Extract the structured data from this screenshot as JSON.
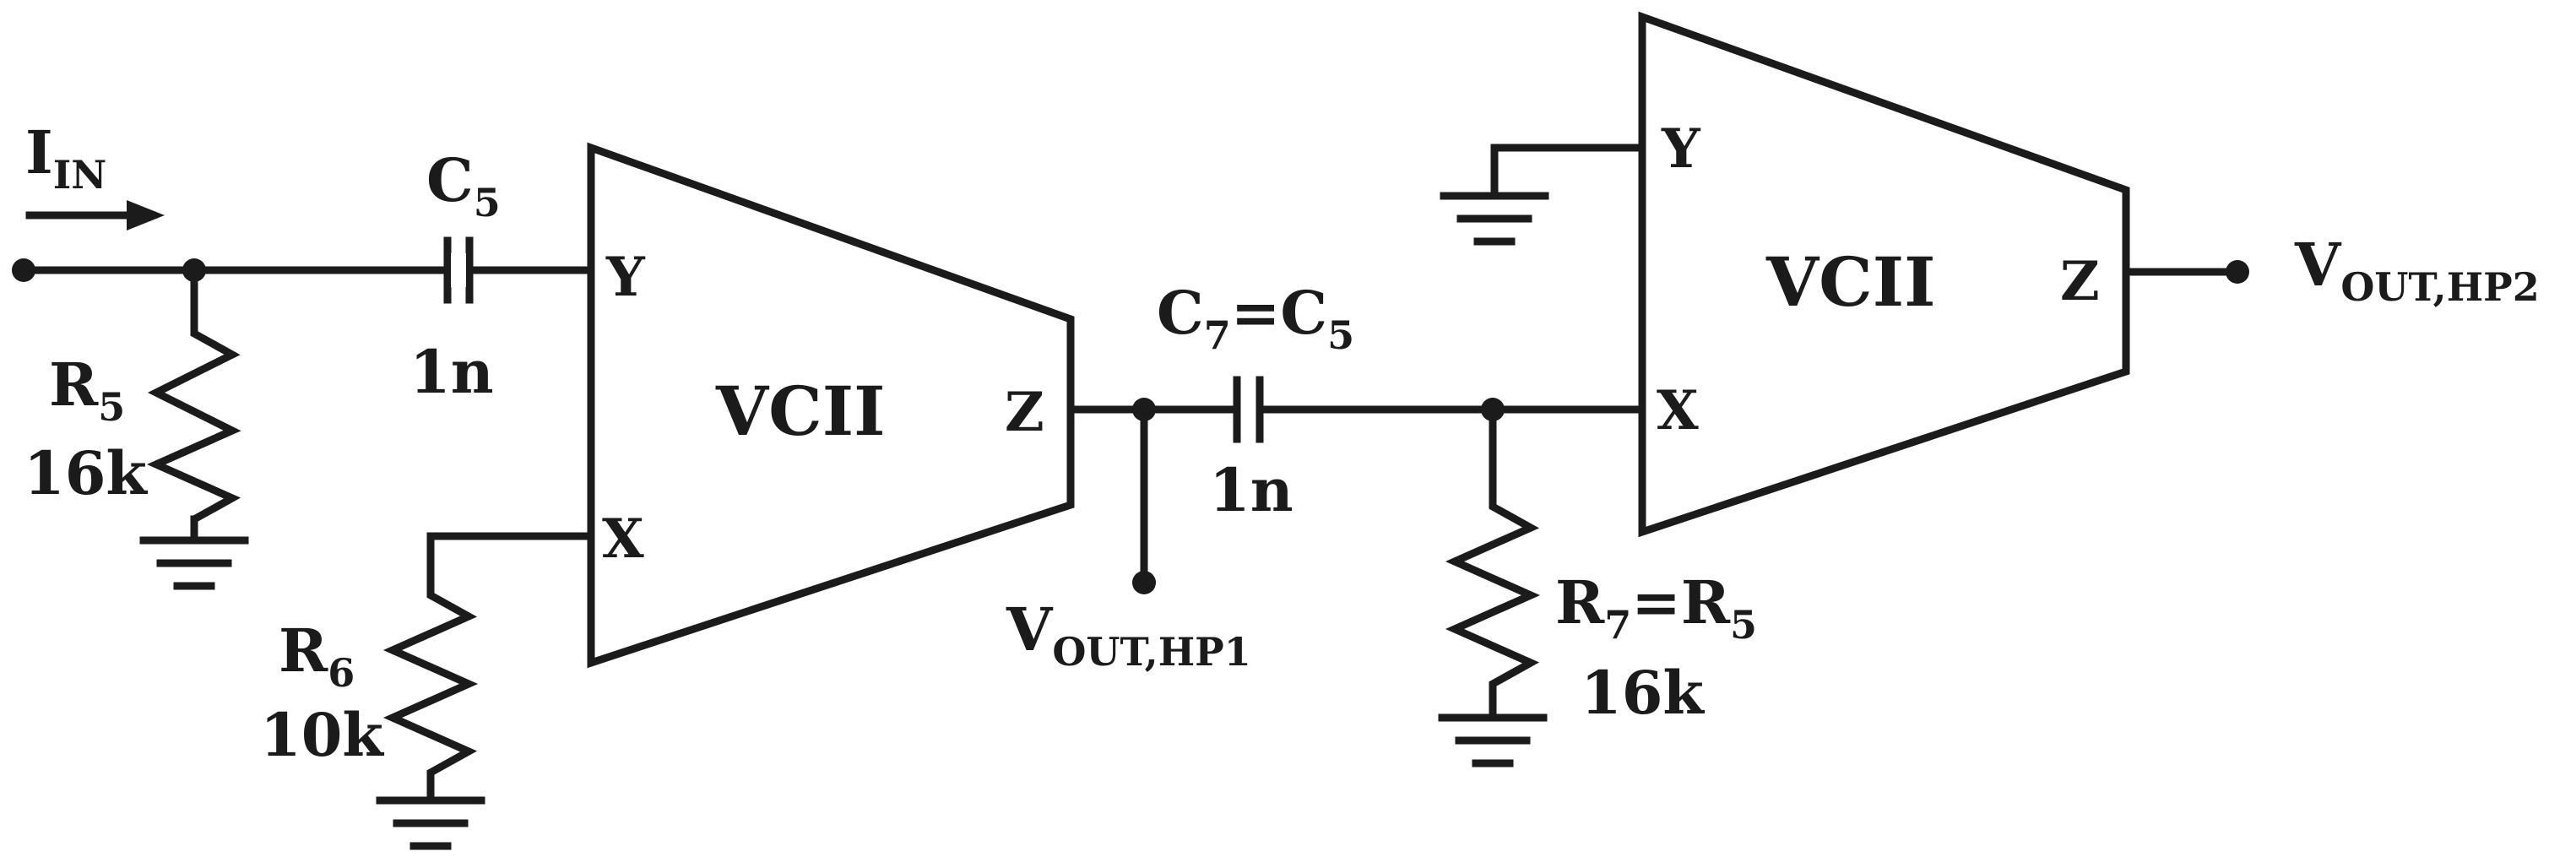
{
  "colors": {
    "ink": "#1b1b1b",
    "background": "#ffffff"
  },
  "input": {
    "main": "I",
    "sub": "IN"
  },
  "c5": {
    "main": "C",
    "sub": "5",
    "value": "1n"
  },
  "r5": {
    "main": "R",
    "sub": "5",
    "value": "16k"
  },
  "r6": {
    "main": "R",
    "sub": "6",
    "value": "10k"
  },
  "c7": {
    "main": "C",
    "sub": "7",
    "eq": "=C",
    "sub2": "5",
    "value": "1n"
  },
  "r7": {
    "main": "R",
    "sub": "7",
    "eq": "=R",
    "sub2": "5",
    "value": "16k"
  },
  "vcii1": {
    "label": "VCII",
    "pin_y": "Y",
    "pin_x": "X",
    "pin_z": "Z"
  },
  "vcii2": {
    "label": "VCII",
    "pin_y": "Y",
    "pin_x": "X",
    "pin_z": "Z"
  },
  "out1": {
    "main": "V",
    "sub": "OUT,HP1"
  },
  "out2": {
    "main": "V",
    "sub": "OUT,HP2"
  }
}
